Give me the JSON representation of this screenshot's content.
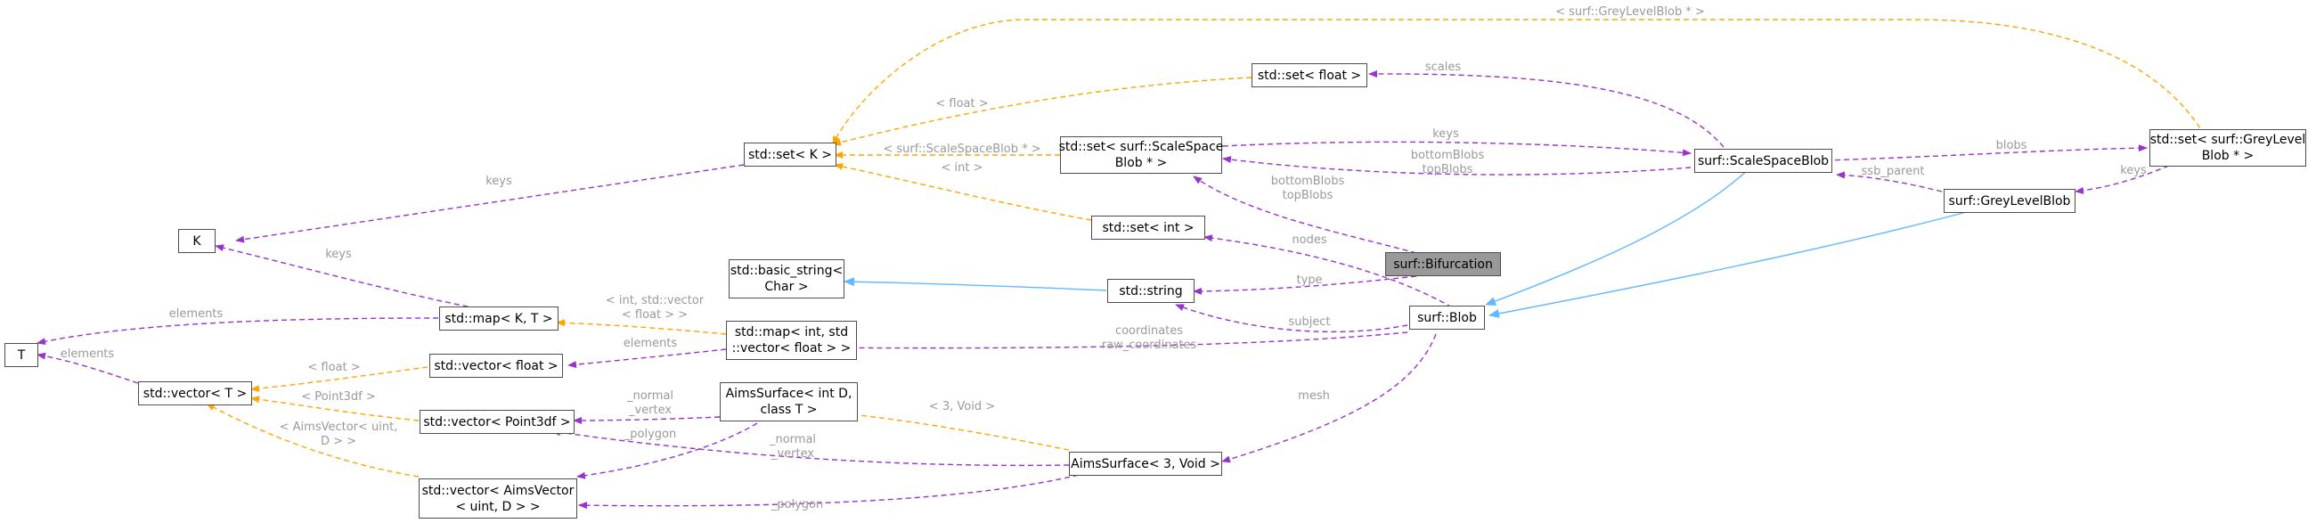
{
  "colors": {
    "member": "#9a32cd",
    "template": "#ffa500",
    "inherit": "#63b8ff",
    "label_text": "#9a9a9a",
    "highlight": "#999999",
    "node_border": "#4d4d4d"
  },
  "nodes": {
    "bifurcation": [
      "surf::Bifurcation"
    ],
    "blob": [
      "surf::Blob"
    ],
    "scale_space_blob": [
      "surf::ScaleSpaceBlob"
    ],
    "grey_level_blob": [
      "surf::GreyLevelBlob"
    ],
    "set_grey_level_blob_ptr": [
      "std::set< surf::GreyLevel",
      "Blob * >"
    ],
    "set_float": [
      "std::set< float >"
    ],
    "set_K": [
      "std::set< K >"
    ],
    "set_scale_space_blob_ptr": [
      "std::set< surf::ScaleSpace",
      "Blob * >"
    ],
    "set_int": [
      "std::set< int >"
    ],
    "K": [
      "K"
    ],
    "basic_string": [
      "std::basic_string<",
      "Char >"
    ],
    "string": [
      "std::string"
    ],
    "map_K_T": [
      "std::map< K, T >"
    ],
    "map_int_vector_float": [
      "std::map< int, std",
      "::vector< float > >"
    ],
    "T": [
      "T"
    ],
    "vector_float": [
      "std::vector< float >"
    ],
    "vector_T": [
      "std::vector< T >"
    ],
    "aims_surface_D_T": [
      "AimsSurface< int D,",
      "class T >"
    ],
    "vector_point3df": [
      "std::vector< Point3df >"
    ],
    "aims_surface_3_void": [
      "AimsSurface< 3, Void >"
    ],
    "vector_aims_vector": [
      "std::vector< AimsVector",
      "< uint, D > >"
    ]
  },
  "labels": {
    "grey_level_blob_tpl": [
      "< surf::GreyLevelBlob * >"
    ],
    "scales": [
      "scales"
    ],
    "float_tpl": [
      "< float >"
    ],
    "keys_scale_space": [
      "keys"
    ],
    "blobs": [
      "blobs"
    ],
    "keys_set_K": [
      "keys"
    ],
    "scale_space_blob_tpl": [
      "< surf::ScaleSpaceBlob * >"
    ],
    "bottom_top_blobs_ssb": [
      "bottomBlobs",
      "topBlobs"
    ],
    "ssb_parent": [
      "ssb_parent"
    ],
    "keys_grey_level": [
      "keys"
    ],
    "int_tpl": [
      "< int >"
    ],
    "bottom_top_blobs_bif": [
      "bottomBlobs",
      "topBlobs"
    ],
    "keys_map": [
      "keys"
    ],
    "nodes": [
      "nodes"
    ],
    "type": [
      "type"
    ],
    "subject": [
      "subject"
    ],
    "elements_map": [
      "elements"
    ],
    "int_vector_float_tpl": [
      "< int, std::vector",
      "< float > >"
    ],
    "coordinates": [
      "coordinates",
      "raw_coordinates"
    ],
    "elements_vector_float": [
      "elements"
    ],
    "elements_vector_T": [
      "elements"
    ],
    "float_tpl_2": [
      "< float >"
    ],
    "point3df_tpl": [
      "< Point3df >"
    ],
    "normal_vertex_1": [
      "_normal",
      "_vertex"
    ],
    "three_void_tpl": [
      "< 3, Void >"
    ],
    "mesh": [
      "mesh"
    ],
    "polygon_1": [
      "_polygon"
    ],
    "aims_vector_tpl": [
      "< AimsVector< uint,",
      "D > >"
    ],
    "normal_vertex_2": [
      "_normal",
      "_vertex"
    ],
    "polygon_2": [
      "_polygon"
    ]
  }
}
